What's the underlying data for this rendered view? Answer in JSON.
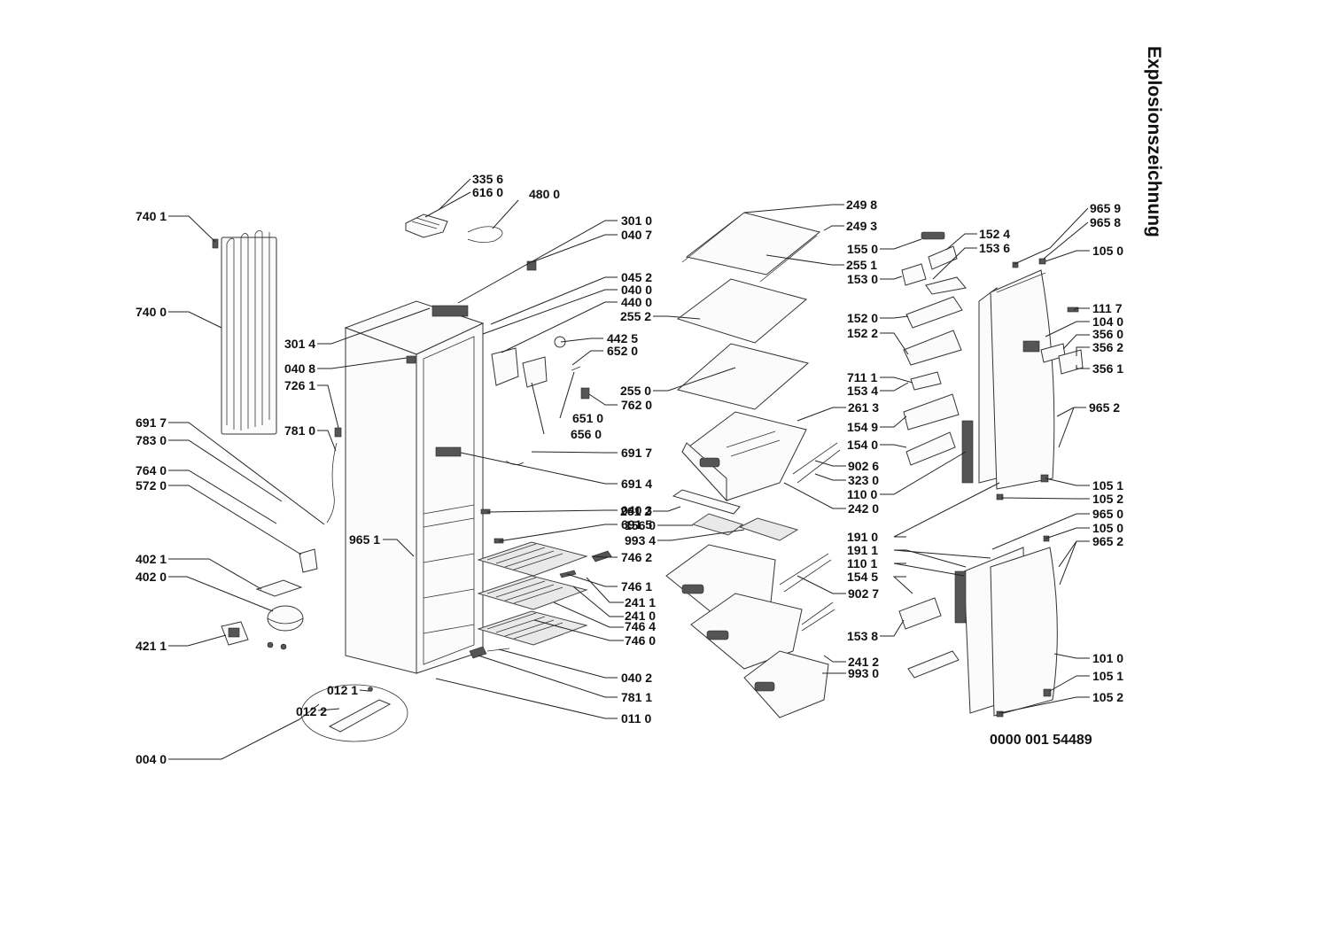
{
  "title": "Explosionszeichnung",
  "document_number": "0000 001 54489",
  "callouts": {
    "c3356": "335 6",
    "c6160": "616 0",
    "c4800": "480 0",
    "c3010": "301 0",
    "c0407": "040 7",
    "c7401": "740 1",
    "c7400": "740 0",
    "c3014": "301 4",
    "c0408": "040 8",
    "c7261": "726 1",
    "c7810": "781 0",
    "c6917a": "691 7",
    "c7830": "783 0",
    "c7640": "764 0",
    "c5720": "572 0",
    "c9651": "965 1",
    "c4021": "402 1",
    "c4020": "402 0",
    "c4211": "421 1",
    "c0121": "012 1",
    "c0122": "012 2",
    "c0040": "004 0",
    "c0452": "045 2",
    "c0400": "040 0",
    "c4400": "440 0",
    "c4425": "442 5",
    "c6520": "652 0",
    "c7620": "762 0",
    "c6510": "651 0",
    "c6560": "656 0",
    "c6917b": "691 7",
    "c6914": "691 4",
    "c0403": "040 3",
    "c6915": "691 5",
    "c7462": "746 2",
    "c7461": "746 1",
    "c2411": "241 1",
    "c2410": "241 0",
    "c7464": "746 4",
    "c7460": "746 0",
    "c0402": "040 2",
    "c7811": "781 1",
    "c0110": "011 0",
    "c2498": "249 8",
    "c2493": "249 3",
    "c2551": "255 1",
    "c2552": "255 2",
    "c2550": "255 0",
    "c2613": "261 3",
    "c9026": "902 6",
    "c3230": "323 0",
    "c2420": "242 0",
    "c2612": "261 2",
    "c1560": "156 0",
    "c9934": "993 4",
    "c9027": "902 7",
    "c2412": "241 2",
    "c9930": "993 0",
    "c1550": "155 0",
    "c1524": "152 4",
    "c1536": "153 6",
    "c1530": "153 0",
    "c1520": "152 0",
    "c1522": "152 2",
    "c7111": "711 1",
    "c1534": "153 4",
    "c1549": "154 9",
    "c1540": "154 0",
    "c1100": "110 0",
    "c1910": "191 0",
    "c1911": "191 1",
    "c1101": "110 1",
    "c1545": "154 5",
    "c1538": "153 8",
    "c9659": "965 9",
    "c9658": "965 8",
    "c1050a": "105 0",
    "c1117": "111 7",
    "c1040": "104 0",
    "c3560": "356 0",
    "c3562": "356 2",
    "c3561": "356 1",
    "c9652a": "965 2",
    "c1051a": "105 1",
    "c1052a": "105 2",
    "c9650": "965 0",
    "c1050b": "105 0",
    "c9652b": "965 2",
    "c1010": "101 0",
    "c1051b": "105 1",
    "c1052b": "105 2"
  }
}
